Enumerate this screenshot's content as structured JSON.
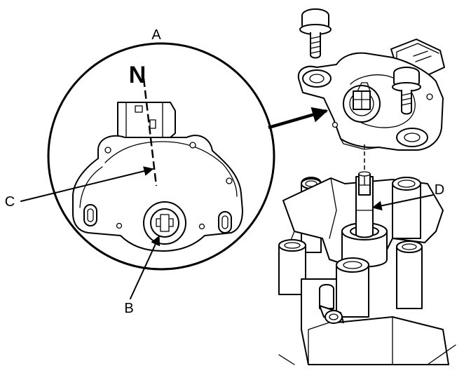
{
  "callouts": {
    "a": "A",
    "b": "B",
    "c": "C",
    "d": "D",
    "n": "N"
  }
}
